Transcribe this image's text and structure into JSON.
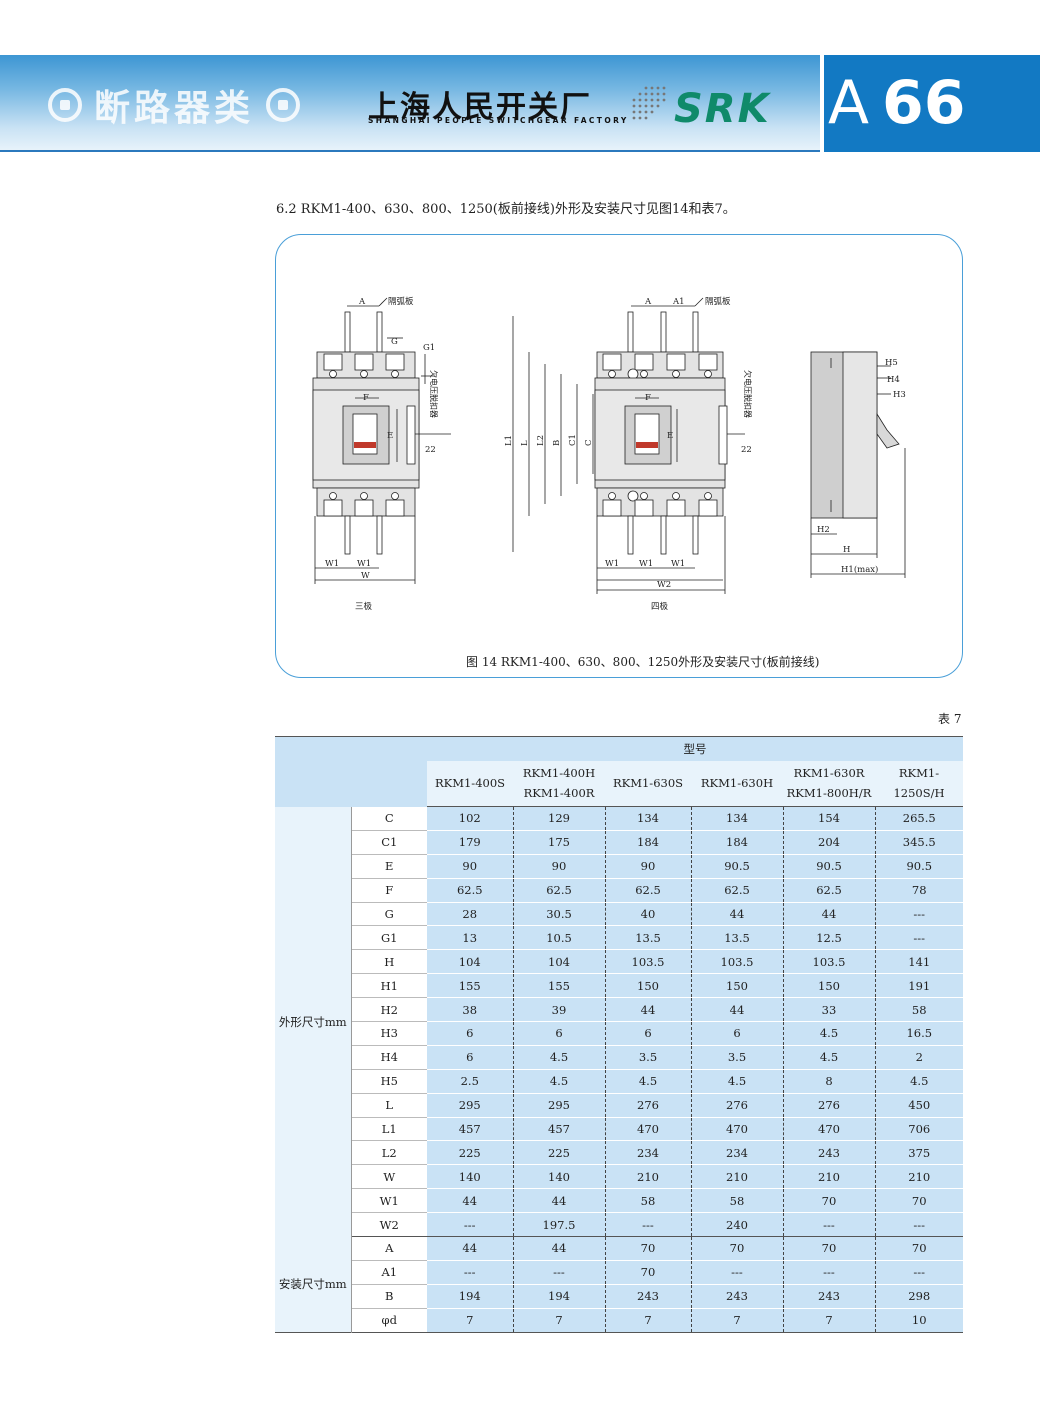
{
  "header": {
    "category": "断路器类",
    "company_cn": "上海人民开关厂",
    "company_en": "SHANGHAI PEOPLE SWITCHGEAR FACTORY",
    "brand": "SRK",
    "page_letter": "A",
    "page_number": "66",
    "colors": {
      "band": "#3d96d3",
      "blue_block": "#1279c3",
      "brand": "#0f8a6a"
    }
  },
  "intro": "6.2 RKM1-400、630、800、1250(板前接线)外形及安装尺寸见图14和表7。",
  "figure": {
    "caption": "图 14   RKM1-400、630、800、1250外形及安装尺寸(板前接线)",
    "three_pole": {
      "label": "三极",
      "dims": {
        "A": "A",
        "G": "G",
        "G1": "G1",
        "F": "F",
        "E": "E",
        "W1a": "W1",
        "W1b": "W1",
        "W": "W",
        "d22": "22"
      },
      "arc_label": "隔弧板",
      "uv_label": "欠电压脱扣器"
    },
    "four_pole": {
      "label": "四极",
      "dims": {
        "A": "A",
        "A1": "A1",
        "L1": "L1",
        "L": "L",
        "L2": "L2",
        "B": "B",
        "C1": "C1",
        "C": "C",
        "F": "F",
        "E": "E",
        "W1a": "W1",
        "W1b": "W1",
        "W1c": "W1",
        "W2": "W2",
        "d22": "22"
      },
      "arc_label": "隔弧板",
      "uv_label": "欠电压脱扣器"
    },
    "side": {
      "dims": {
        "H5": "H5",
        "H4": "H4",
        "H3": "H3",
        "H2": "H2",
        "H": "H",
        "H1": "H1(max)"
      }
    }
  },
  "table": {
    "note": "表 7",
    "header_group": "型号",
    "models": [
      {
        "line1": "RKM1-400S",
        "line2": ""
      },
      {
        "line1": "RKM1-400H",
        "line2": "RKM1-400R"
      },
      {
        "line1": "RKM1-630S",
        "line2": ""
      },
      {
        "line1": "RKM1-630H",
        "line2": ""
      },
      {
        "line1": "RKM1-630R",
        "line2": "RKM1-800H/R"
      },
      {
        "line1": "RKM1-1250S/H",
        "line2": ""
      }
    ],
    "groups": [
      {
        "name": "外形尺寸mm",
        "rows": [
          {
            "param": "C",
            "values": [
              "102",
              "129",
              "134",
              "134",
              "154",
              "265.5"
            ]
          },
          {
            "param": "C1",
            "values": [
              "179",
              "175",
              "184",
              "184",
              "204",
              "345.5"
            ]
          },
          {
            "param": "E",
            "values": [
              "90",
              "90",
              "90",
              "90.5",
              "90.5",
              "90.5"
            ]
          },
          {
            "param": "F",
            "values": [
              "62.5",
              "62.5",
              "62.5",
              "62.5",
              "62.5",
              "78"
            ]
          },
          {
            "param": "G",
            "values": [
              "28",
              "30.5",
              "40",
              "44",
              "44",
              "---"
            ]
          },
          {
            "param": "G1",
            "values": [
              "13",
              "10.5",
              "13.5",
              "13.5",
              "12.5",
              "---"
            ]
          },
          {
            "param": "H",
            "values": [
              "104",
              "104",
              "103.5",
              "103.5",
              "103.5",
              "141"
            ]
          },
          {
            "param": "H1",
            "values": [
              "155",
              "155",
              "150",
              "150",
              "150",
              "191"
            ]
          },
          {
            "param": "H2",
            "values": [
              "38",
              "39",
              "44",
              "44",
              "33",
              "58"
            ]
          },
          {
            "param": "H3",
            "values": [
              "6",
              "6",
              "6",
              "6",
              "4.5",
              "16.5"
            ]
          },
          {
            "param": "H4",
            "values": [
              "6",
              "4.5",
              "3.5",
              "3.5",
              "4.5",
              "2"
            ]
          },
          {
            "param": "H5",
            "values": [
              "2.5",
              "4.5",
              "4.5",
              "4.5",
              "8",
              "4.5"
            ]
          },
          {
            "param": "L",
            "values": [
              "295",
              "295",
              "276",
              "276",
              "276",
              "450"
            ]
          },
          {
            "param": "L1",
            "values": [
              "457",
              "457",
              "470",
              "470",
              "470",
              "706"
            ]
          },
          {
            "param": "L2",
            "values": [
              "225",
              "225",
              "234",
              "234",
              "243",
              "375"
            ]
          },
          {
            "param": "W",
            "values": [
              "140",
              "140",
              "210",
              "210",
              "210",
              "210"
            ]
          },
          {
            "param": "W1",
            "values": [
              "44",
              "44",
              "58",
              "58",
              "70",
              "70"
            ]
          },
          {
            "param": "W2",
            "values": [
              "---",
              "197.5",
              "---",
              "240",
              "---",
              "---"
            ]
          }
        ]
      },
      {
        "name": "安装尺寸mm",
        "rows": [
          {
            "param": "A",
            "values": [
              "44",
              "44",
              "70",
              "70",
              "70",
              "70"
            ]
          },
          {
            "param": "A1",
            "values": [
              "---",
              "---",
              "70",
              "---",
              "---",
              "---"
            ]
          },
          {
            "param": "B",
            "values": [
              "194",
              "194",
              "243",
              "243",
              "243",
              "298"
            ]
          },
          {
            "param": "φd",
            "values": [
              "7",
              "7",
              "7",
              "7",
              "7",
              "10"
            ]
          }
        ]
      }
    ]
  }
}
